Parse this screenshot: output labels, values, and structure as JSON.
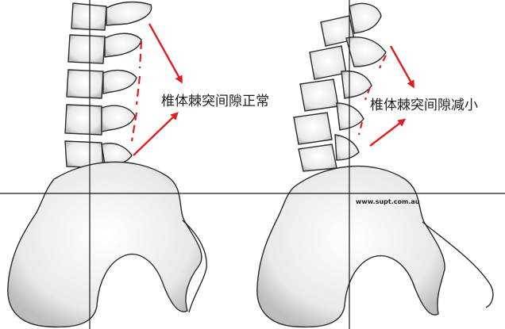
{
  "labels": {
    "left_caption": "椎体棘突间隙正常",
    "right_caption": "椎体棘突间隙减小"
  },
  "watermark": "www.supt.com.au",
  "colors": {
    "background": "#ffffff",
    "arrow": "#e02020",
    "guide_line": "#1a1a1a",
    "bone_fill": "#f4f4f4",
    "bone_outline": "#2a2a2a"
  }
}
